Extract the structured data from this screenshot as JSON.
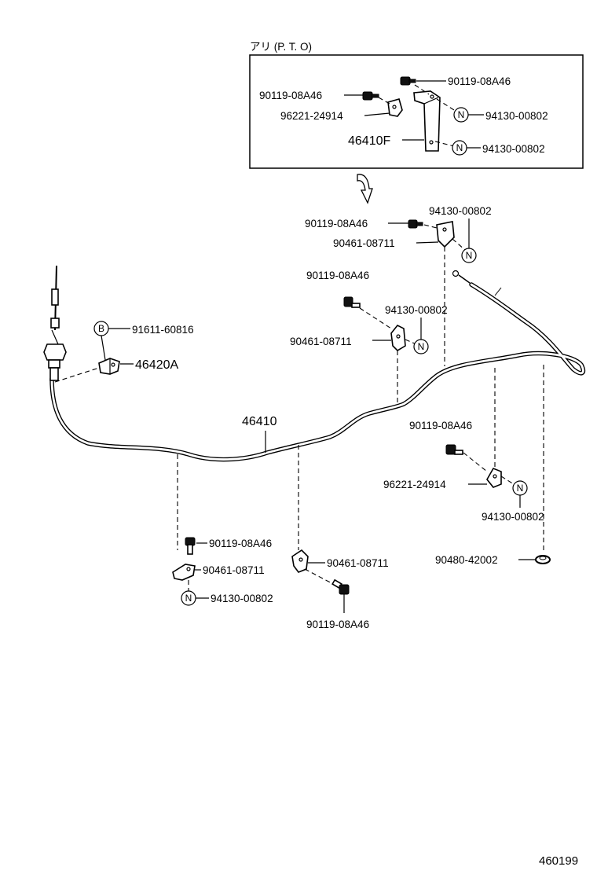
{
  "diagram": {
    "inset_title": "アリ (P. T. O)",
    "figure_code": "460199",
    "symbols": {
      "N": "N",
      "B": "B"
    },
    "labels": {
      "inset_bolt_top": "90119-08A46",
      "inset_bolt_left": "90119-08A46",
      "inset_clamp": "96221-24914",
      "inset_nut_upper": "94130-00802",
      "inset_bracket": "46410F",
      "inset_nut_lower": "94130-00802",
      "top_bolt": "90119-08A46",
      "top_nut": "94130-00802",
      "top_clamp": "90461-08711",
      "mid_bolt": "90119-08A46",
      "mid_nut": "94130-00802",
      "mid_clamp": "90461-08711",
      "cable_end_b": "91611-60816",
      "cable_clamp": "46420A",
      "cable": "46410",
      "right_bolt": "90119-08A46",
      "right_clamp": "96221-24914",
      "right_nut": "94130-00802",
      "grommet": "90480-42002",
      "bl_bolt": "90119-08A46",
      "bl_clamp": "90461-08711",
      "bl_nut": "94130-00802",
      "bm_clamp": "90461-08711",
      "bm_bolt": "90119-08A46"
    }
  }
}
